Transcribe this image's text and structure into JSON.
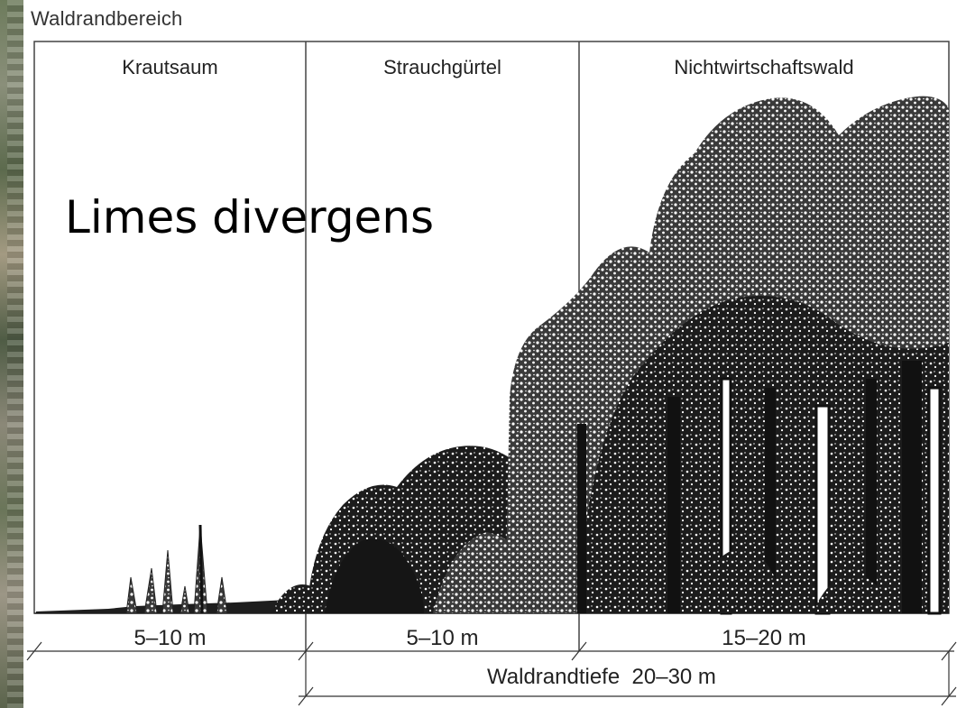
{
  "header": {
    "title": "Waldrandbereich"
  },
  "zones": [
    {
      "name": "Krautsaum",
      "width": "5–10 m"
    },
    {
      "name": "Strauchgürtel",
      "width": "5–10 m"
    },
    {
      "name": "Nichtwirtschaftswald",
      "width": "15–20 m"
    }
  ],
  "total_depth": "Waldrandtiefe  20–30 m",
  "overlay": {
    "title": "Limes divergens"
  }
}
